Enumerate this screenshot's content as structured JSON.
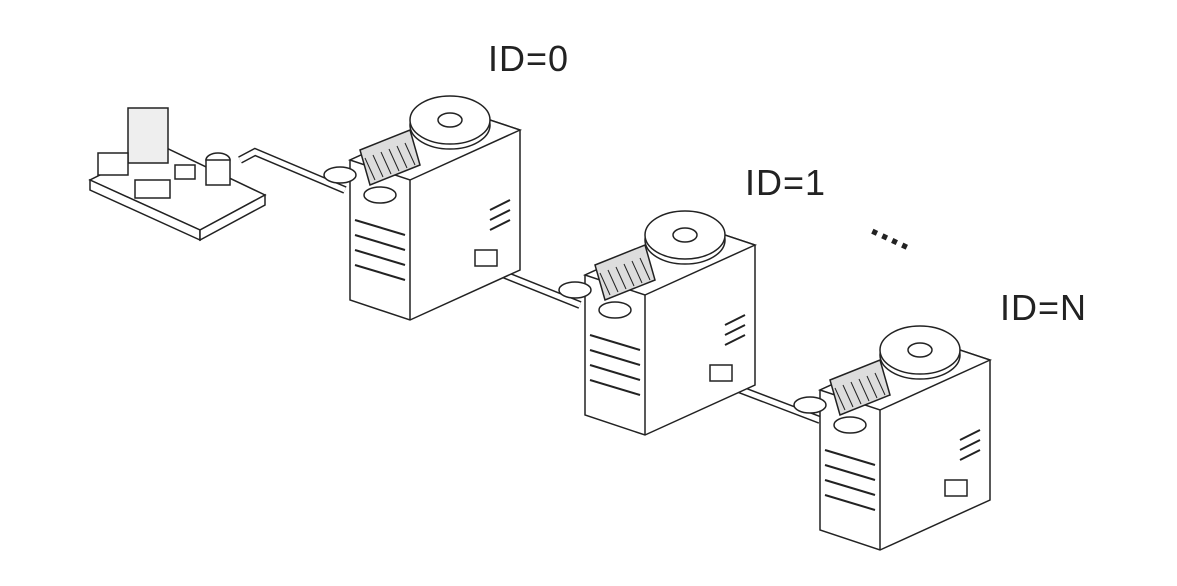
{
  "labels": {
    "servo0": "ID=0",
    "servo1": "ID=1",
    "servoN": "ID=N",
    "ellipsis": "...."
  }
}
